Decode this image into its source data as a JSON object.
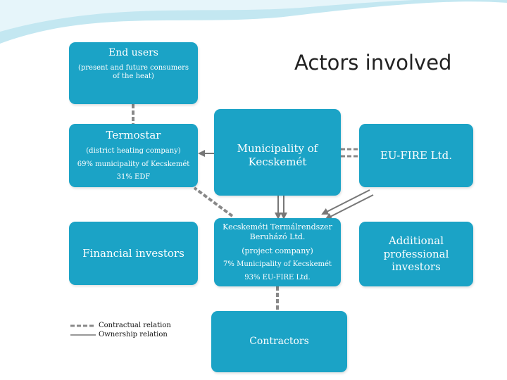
{
  "title": "Actors involved",
  "nodes": {
    "end_users": {
      "title": "End users",
      "sub": "(present and future consumers of the heat)"
    },
    "termostar": {
      "title": "Termostar",
      "sub": "(district heating company)",
      "line1": "69% municipality of Kecskemét",
      "line2": "31% EDF"
    },
    "municipality": {
      "title": "Municipality of Kecskemét"
    },
    "eu_fire": {
      "title": "EU-FIRE Ltd."
    },
    "financial_investors": {
      "title": "Financial investors"
    },
    "project_company": {
      "title": "Kecskeméti Termálrendszer Beruházó Ltd.",
      "sub": "(project company)",
      "line1": "7% Municipality of Kecskemét",
      "line2": "93% EU-FIRE Ltd."
    },
    "additional_investors": {
      "title": "Additional professional investors"
    },
    "contractors": {
      "title": "Contractors"
    }
  },
  "legend": {
    "contractual": "Contractual relation",
    "ownership": "Ownership relation"
  },
  "colors": {
    "box": "#1ba3c6",
    "connector": "#888888",
    "wave": "#c3e7f1"
  }
}
